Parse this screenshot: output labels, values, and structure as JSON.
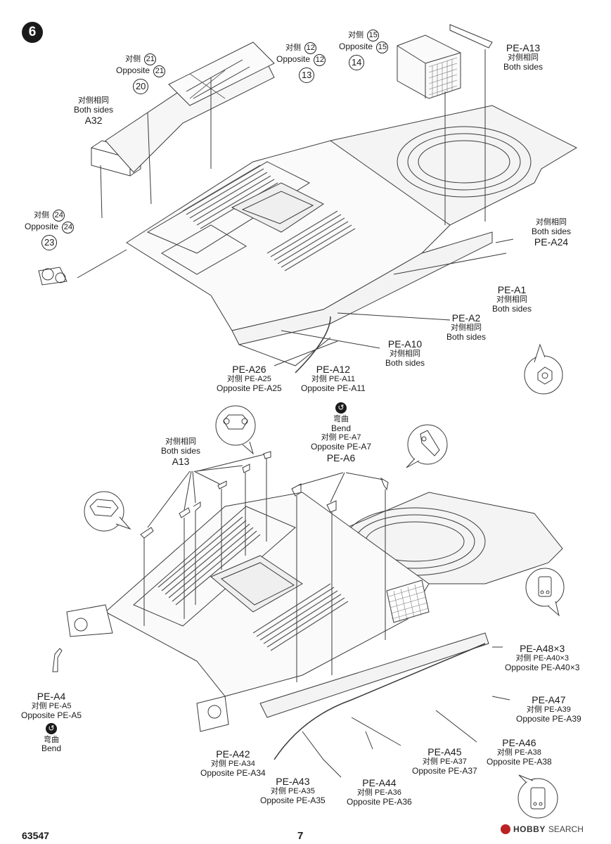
{
  "step_number": "6",
  "kit_number": "63547",
  "page_number": "7",
  "watermark": {
    "logo": "HOBBY",
    "text": "SEARCH"
  },
  "labels": {
    "p21": {
      "cn": "对侧",
      "en": "Opposite",
      "num": "21",
      "part": "20"
    },
    "p12": {
      "cn": "对侧",
      "en": "Opposite",
      "num": "12",
      "part": "13"
    },
    "p15": {
      "cn": "对侧",
      "en": "Opposite",
      "num": "15",
      "part": "14"
    },
    "a13top": {
      "part": "PE-A13",
      "cn": "对侧相同",
      "en": "Both sides"
    },
    "a32": {
      "cn": "对侧相同",
      "en": "Both sides",
      "part": "A32"
    },
    "p24": {
      "cn": "对侧",
      "en": "Opposite",
      "num": "24",
      "part": "23"
    },
    "a24": {
      "cn": "对侧相同",
      "en": "Both sides",
      "part": "PE-A24"
    },
    "a1": {
      "part": "PE-A1",
      "cn": "对侧相同",
      "en": "Both sides"
    },
    "a2": {
      "part": "PE-A2",
      "cn": "对侧相同",
      "en": "Both sides"
    },
    "a10": {
      "part": "PE-A10",
      "cn": "对侧相同",
      "en": "Both sides"
    },
    "a26": {
      "part": "PE-A26",
      "cn": "对侧 PE-A25",
      "en": "Opposite PE-A25"
    },
    "a12": {
      "part": "PE-A12",
      "cn": "对侧 PE-A11",
      "en": "Opposite PE-A11"
    },
    "bend1": {
      "cn": "弯曲",
      "en": "Bend"
    },
    "a6": {
      "cn": "对侧 PE-A7",
      "en": "Opposite PE-A7",
      "part": "PE-A6"
    },
    "a13low": {
      "cn": "对侧相同",
      "en": "Both sides",
      "part": "A13"
    },
    "a48": {
      "part": "PE-A48×3",
      "cn": "对侧 PE-A40×3",
      "en": "Opposite PE-A40×3"
    },
    "a47": {
      "part": "PE-A47",
      "cn": "对侧 PE-A39",
      "en": "Opposite PE-A39"
    },
    "a4": {
      "part": "PE-A4",
      "cn": "对侧 PE-A5",
      "en": "Opposite PE-A5",
      "cn2": "弯曲",
      "en2": "Bend"
    },
    "a46": {
      "part": "PE-A46",
      "cn": "对侧 PE-A38",
      "en": "Opposite PE-A38"
    },
    "a45": {
      "part": "PE-A45",
      "cn": "对侧 PE-A37",
      "en": "Opposite PE-A37"
    },
    "a42": {
      "part": "PE-A42",
      "cn": "对侧 PE-A34",
      "en": "Opposite PE-A34"
    },
    "a43": {
      "part": "PE-A43",
      "cn": "对侧 PE-A35",
      "en": "Opposite PE-A35"
    },
    "a44": {
      "part": "PE-A44",
      "cn": "对侧 PE-A36",
      "en": "Opposite PE-A36"
    }
  }
}
